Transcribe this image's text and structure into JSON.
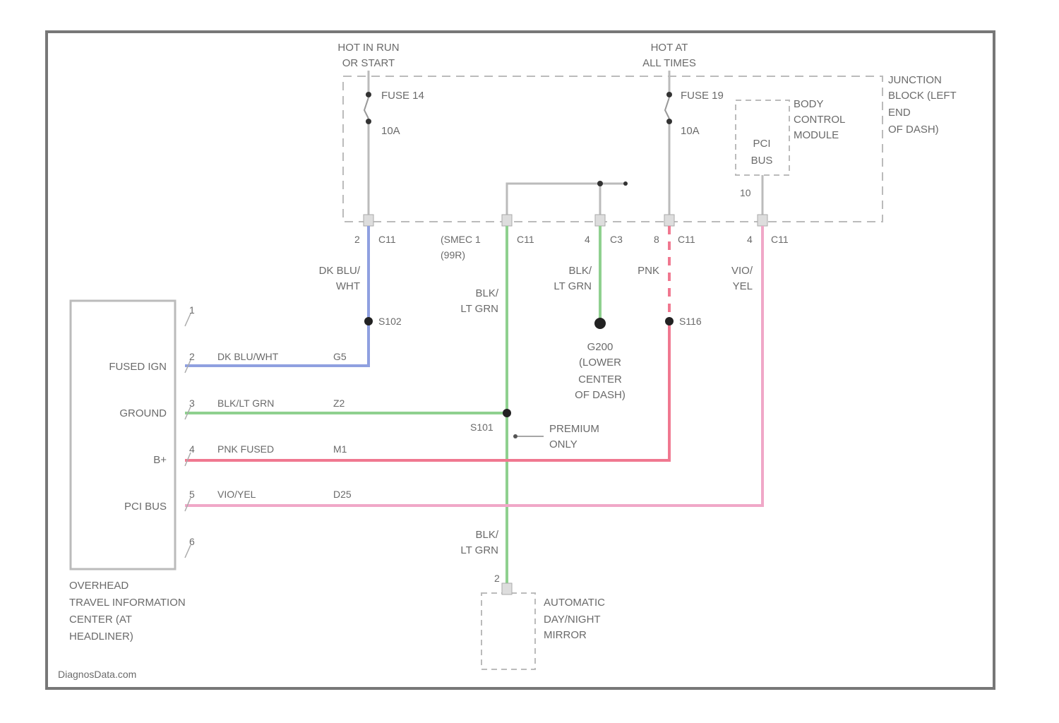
{
  "diagram": {
    "watermark": "DiagnosData.com",
    "colors": {
      "frame": "#555555",
      "wire_gray": "#bbbbbb",
      "wire_blue": "#8fa0e0",
      "wire_green": "#8fd08f",
      "wire_red": "#f07890",
      "wire_pink": "#f0a8c8",
      "text": "#6a6a6a"
    },
    "power_labels": {
      "hot_run_1": "HOT IN RUN",
      "hot_run_2": "OR START",
      "hot_all_1": "HOT AT",
      "hot_all_2": "ALL TIMES"
    },
    "fuses": {
      "fuse_a": "FUSE 14",
      "fuse_a_rating": "10A",
      "fuse_b": "FUSE 19",
      "fuse_b_rating": "10A"
    },
    "junction_block": [
      "JUNCTION",
      "BLOCK (LEFT",
      "END",
      "OF DASH)"
    ],
    "bcm": [
      "BODY",
      "CONTROL",
      "MODULE"
    ],
    "pci_bus": [
      "PCI",
      "BUS"
    ],
    "bcm_pin": "10",
    "connectors": {
      "c1_pin": "2",
      "c1": "C11",
      "c2_pin": "(SMEC 1",
      "c2_sub": "(99R)",
      "c2": "C11",
      "c3_pin": "4",
      "c3": "C3",
      "c4_pin": "8",
      "c4": "C11",
      "c5_pin": "4",
      "c5": "C11"
    },
    "wire_labels": {
      "dkblu_1": "DK BLU/",
      "dkblu_2": "WHT",
      "blk_1": "BLK/",
      "blk_2": "LT GRN",
      "blk2_1": "BLK/",
      "blk2_2": "LT GRN",
      "pnk": "PNK",
      "vio_1": "VIO/",
      "vio_2": "YEL",
      "blk3_1": "BLK/",
      "blk3_2": "LT GRN"
    },
    "splices": {
      "s1": "S102",
      "s2": "S116",
      "s3": "S101"
    },
    "ground": [
      "G200",
      "(LOWER",
      "CENTER",
      "OF DASH)"
    ],
    "premium": [
      "PREMIUM",
      "ONLY"
    ],
    "module": {
      "pins": [
        "1",
        "2",
        "3",
        "4",
        "5",
        "6"
      ],
      "labels": [
        "FUSED IGN",
        "GROUND",
        "B+",
        "PCI BUS"
      ],
      "wires": [
        {
          "pin": "2",
          "color": "DK BLU/WHT",
          "circuit": "G5"
        },
        {
          "pin": "3",
          "color": "BLK/LT GRN",
          "circuit": "Z2"
        },
        {
          "pin": "4",
          "color": "PNK FUSED",
          "circuit": "M1"
        },
        {
          "pin": "5",
          "color": "VIO/YEL",
          "circuit": "D25"
        }
      ],
      "name": [
        "OVERHEAD",
        "TRAVEL INFORMATION",
        "CENTER (AT",
        "HEADLINER)"
      ]
    },
    "mirror": {
      "pin": "2",
      "name": [
        "AUTOMATIC",
        "DAY/NIGHT",
        "MIRROR"
      ]
    }
  }
}
